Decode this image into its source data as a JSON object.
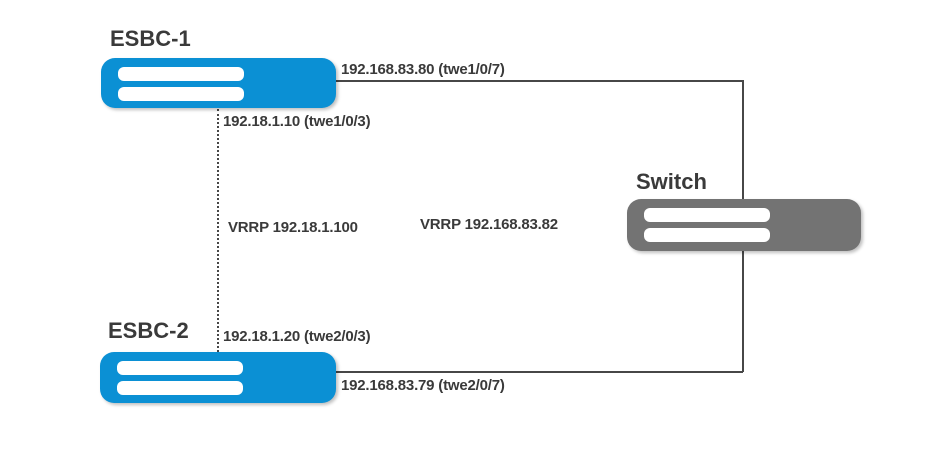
{
  "nodes": {
    "esbc1": {
      "label": "ESBC-1"
    },
    "esbc2": {
      "label": "ESBC-2"
    },
    "switch": {
      "label": "Switch"
    }
  },
  "links": {
    "esbc1_to_switch": "192.168.83.80 (twe1/0/7)",
    "esbc1_to_esbc2": "192.18.1.10 (twe1/0/3)",
    "vrrp_internal": "VRRP 192.18.1.100",
    "vrrp_external": "VRRP 192.168.83.82",
    "esbc2_to_esbc1": "192.18.1.20 (twe2/0/3)",
    "esbc2_to_switch": "192.168.83.79 (twe2/0/7)"
  },
  "colors": {
    "esbc_fill": "#0b90d4",
    "switch_fill": "#737373",
    "line": "#474747",
    "text": "#3a3a3a"
  }
}
